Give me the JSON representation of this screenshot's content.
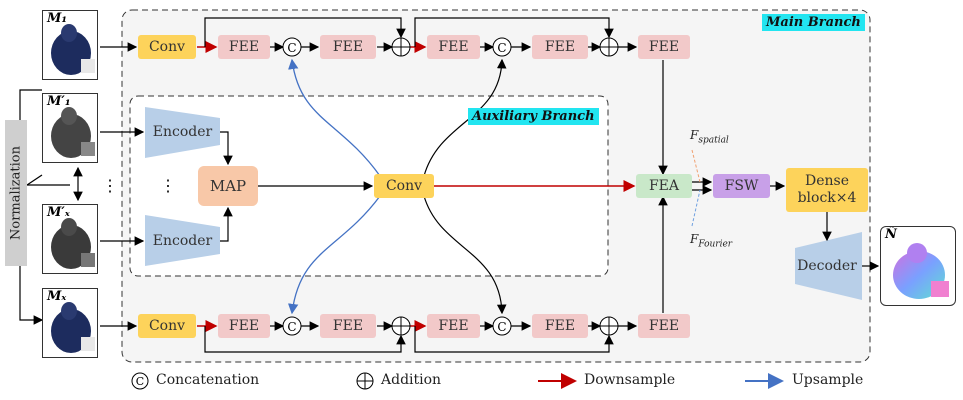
{
  "branches": {
    "main": "Main Branch",
    "auxiliary": "Auxiliary  Branch"
  },
  "inputs": {
    "m1": "M₁",
    "m1_prime": "M′₁",
    "mx_prime": "M′ₓ",
    "mx": "Mₓ",
    "ellipsis": "⋮"
  },
  "normalization": "Normalization",
  "modules": {
    "conv": "Conv",
    "fee": "FEE",
    "encoder": "Encoder",
    "map": "MAP",
    "fea": "FEA",
    "fsw": "FSW",
    "dense_line1": "Dense",
    "dense_line2": "block×4",
    "decoder": "Decoder",
    "concat_symbol": "C",
    "add_symbol": "+"
  },
  "features": {
    "spatial": "F",
    "spatial_sub": "spatial",
    "fourier": "F",
    "fourier_sub": "Fourier"
  },
  "output": {
    "label": "Ñ"
  },
  "legend": {
    "concatenation": "Concatenation",
    "addition": "Addition",
    "downsample": "Downsample",
    "upsample": "Upsample"
  },
  "colors": {
    "conv": "#fdd35b",
    "fee": "#f2c9c9",
    "fea": "#c9e8c9",
    "fsw": "#c8a0e8",
    "map": "#f8c8a8",
    "encoder": "#b8cfe8",
    "branch_label": "#22e5f0",
    "downsample_arrow": "#c00000",
    "upsample_arrow": "#4472c4"
  }
}
